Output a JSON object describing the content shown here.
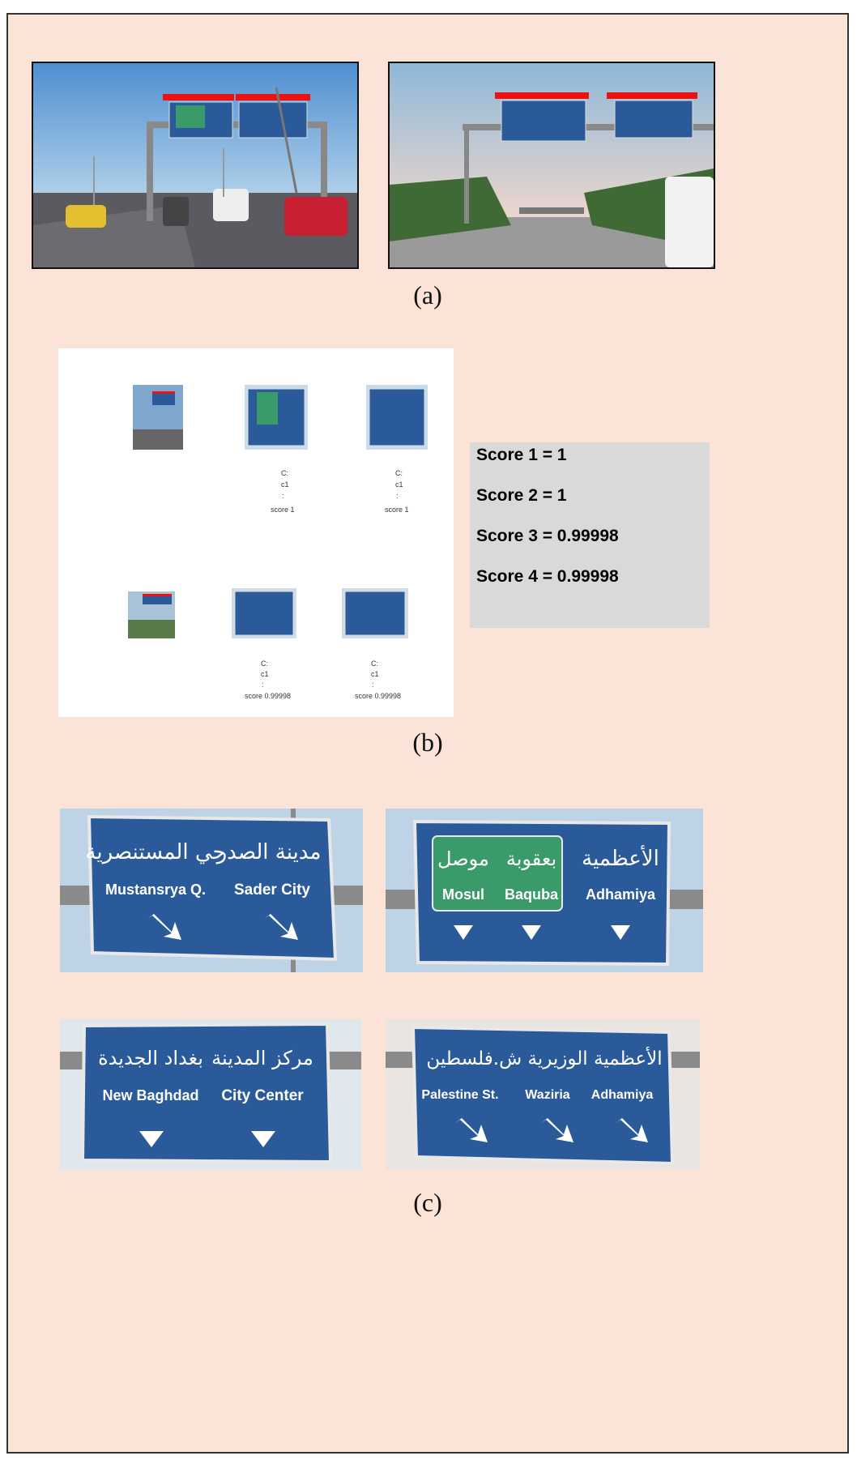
{
  "captions": {
    "a": "(a)",
    "b": "(b)",
    "c": "(c)"
  },
  "scores": [
    "Score 1 = 1",
    "Score 2 = 1",
    "Score 3 = 0.99998",
    "Score 4 = 0.99998"
  ],
  "thumb_labels": {
    "t1": [
      "C:",
      "c1",
      ":",
      "score 1"
    ],
    "t2": [
      "C:",
      "c1",
      ":",
      "score 1"
    ],
    "t3": [
      "C:",
      "c1",
      ":",
      "score 0.99998"
    ],
    "t4": [
      "C:",
      "c1",
      ":",
      "score 0.99998"
    ]
  },
  "signs": {
    "s1": {
      "arabic_left": "حي المستنصرية",
      "arabic_right": "مدينة الصدر",
      "latin_left": "Mustansrya Q.",
      "latin_right": "Sader City"
    },
    "s2": {
      "arabic_a": "موصل",
      "arabic_b": "بعقوبة",
      "arabic_c": "الأعظمية",
      "latin_a": "Mosul",
      "latin_b": "Baquba",
      "latin_c": "Adhamiya"
    },
    "s3": {
      "arabic_left": "بغداد الجديدة",
      "arabic_right": "مركز المدينة",
      "latin_left": "New Baghdad",
      "latin_right": "City Center"
    },
    "s4": {
      "arabic": "الأعظمية الوزيرية ش.فلسطين",
      "latin_a": "Palestine St.",
      "latin_b": "Waziria",
      "latin_c": "Adhamiya"
    }
  },
  "colors": {
    "sign_blue": "#2a5a9a",
    "sign_green": "#3a9a6a",
    "detect_red": "#ee1111",
    "frame_bg": "#fbe3d8",
    "score_bg": "#d9d9d9"
  }
}
